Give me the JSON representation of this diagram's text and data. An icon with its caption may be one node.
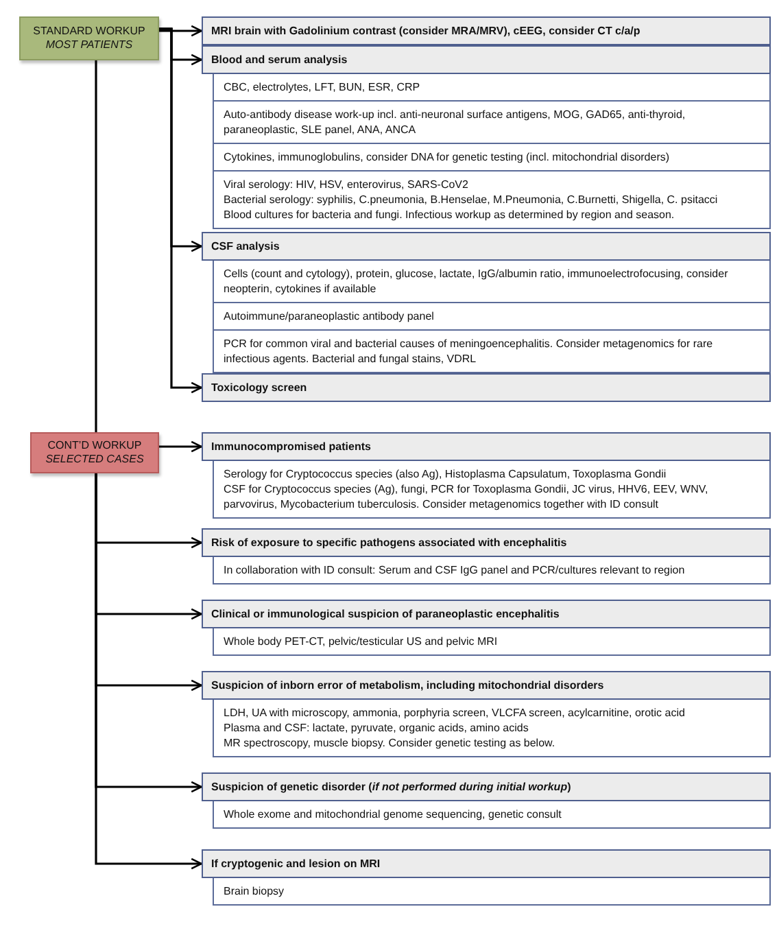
{
  "diagram": {
    "nodes": [
      {
        "text": [
          "STANDARD WORKUP",
          "MOST PATIENTS"
        ]
      },
      {
        "text": [
          "MRI brain with Gadolinium contrast (consider MRA/MRV), cEEG, consider CT c/a/p"
        ]
      },
      {
        "text": [
          "Blood and serum analysis"
        ]
      },
      {
        "text": [
          "CBC, electrolytes, LFT, BUN, ESR, CRP"
        ]
      },
      {
        "text": [
          "Auto-antibody disease work-up incl. anti-neuronal surface antigens, MOG, GAD65, anti-thyroid, paraneoplastic, SLE panel, ANA, ANCA"
        ]
      },
      {
        "text": [
          "Cytokines, immunoglobulins, consider DNA for genetic testing (incl. mitochondrial disorders)"
        ]
      },
      {
        "text": [
          "Viral serology: HIV, HSV, enterovirus, SARS-CoV2",
          "Bacterial serology: syphilis, C.pneumonia, B.Henselae, M.Pneumonia, C.Burnetti, Shigella, C. psitacci",
          "Blood cultures for bacteria and fungi. Infectious workup as determined by region and season."
        ]
      },
      {
        "text": [
          "CSF analysis"
        ]
      },
      {
        "text": [
          "Cells (count and cytology), protein, glucose, lactate, IgG/albumin ratio, immunoelectrofocusing, consider neopterin, cytokines if available"
        ]
      },
      {
        "text": [
          "Autoimmune/paraneoplastic antibody panel"
        ]
      },
      {
        "text": [
          "PCR for common viral and bacterial causes of meningoencephalitis. Consider metagenomics for rare infectious agents. Bacterial and fungal stains, VDRL"
        ]
      },
      {
        "text": [
          "Toxicology screen"
        ]
      },
      {
        "text": [
          "CONT’D WORKUP",
          "SELECTED CASES"
        ]
      },
      {
        "text": [
          "Immunocompromised patients"
        ]
      },
      {
        "text": [
          "Serology for Cryptococcus species (also Ag), Histoplasma Capsulatum, Toxoplasma Gondii",
          "CSF for Cryptococcus species (Ag), fungi, PCR for Toxoplasma Gondii, JC virus, HHV6, EEV, WNV, parvovirus, Mycobacterium tuberculosis. Consider metagenomics together with ID consult"
        ]
      },
      {
        "text": [
          "Risk of exposure to specific pathogens associated with encephalitis"
        ]
      },
      {
        "text": [
          "In collaboration with ID consult: Serum and CSF IgG panel and PCR/cultures relevant to region"
        ]
      },
      {
        "text": [
          "Clinical or immunological suspicion of paraneoplastic encephalitis"
        ]
      },
      {
        "text": [
          "Whole body PET-CT, pelvic/testicular US and pelvic MRI"
        ]
      },
      {
        "text": [
          "Suspicion of inborn error of metabolism, including mitochondrial disorders"
        ]
      },
      {
        "text": [
          "LDH, UA with microscopy, ammonia, porphyria screen, VLCFA screen, acylcarnitine, orotic acid",
          "Plasma and CSF: lactate, pyruvate, organic acids, amino acids",
          "MR spectroscopy, muscle biopsy. Consider genetic testing as below."
        ]
      },
      {
        "text": [
          "Suspicion of genetic disorder (*if not performed during initial workup*)"
        ]
      },
      {
        "text": [
          "Whole exome and mitochondrial genome sequencing, genetic consult"
        ]
      },
      {
        "text": [
          "If cryptogenic and lesion on MRI"
        ]
      },
      {
        "text": [
          "Brain biopsy"
        ]
      }
    ],
    "edges": [
      {
        "from": 0,
        "to": 1,
        "arrow": "to"
      },
      {
        "from": 0,
        "to": 2,
        "arrow": "to"
      },
      {
        "from": 0,
        "to": 7,
        "arrow": "to"
      },
      {
        "from": 0,
        "to": 11,
        "arrow": "to"
      },
      {
        "from": 0,
        "to": 12,
        "arrow": "none"
      },
      {
        "from": 12,
        "to": 13,
        "arrow": "to"
      },
      {
        "from": 12,
        "to": 15,
        "arrow": "to"
      },
      {
        "from": 12,
        "to": 17,
        "arrow": "to"
      },
      {
        "from": 12,
        "to": 19,
        "arrow": "to"
      },
      {
        "from": 12,
        "to": 21,
        "arrow": "to"
      },
      {
        "from": 12,
        "to": 23,
        "arrow": "to"
      }
    ]
  }
}
